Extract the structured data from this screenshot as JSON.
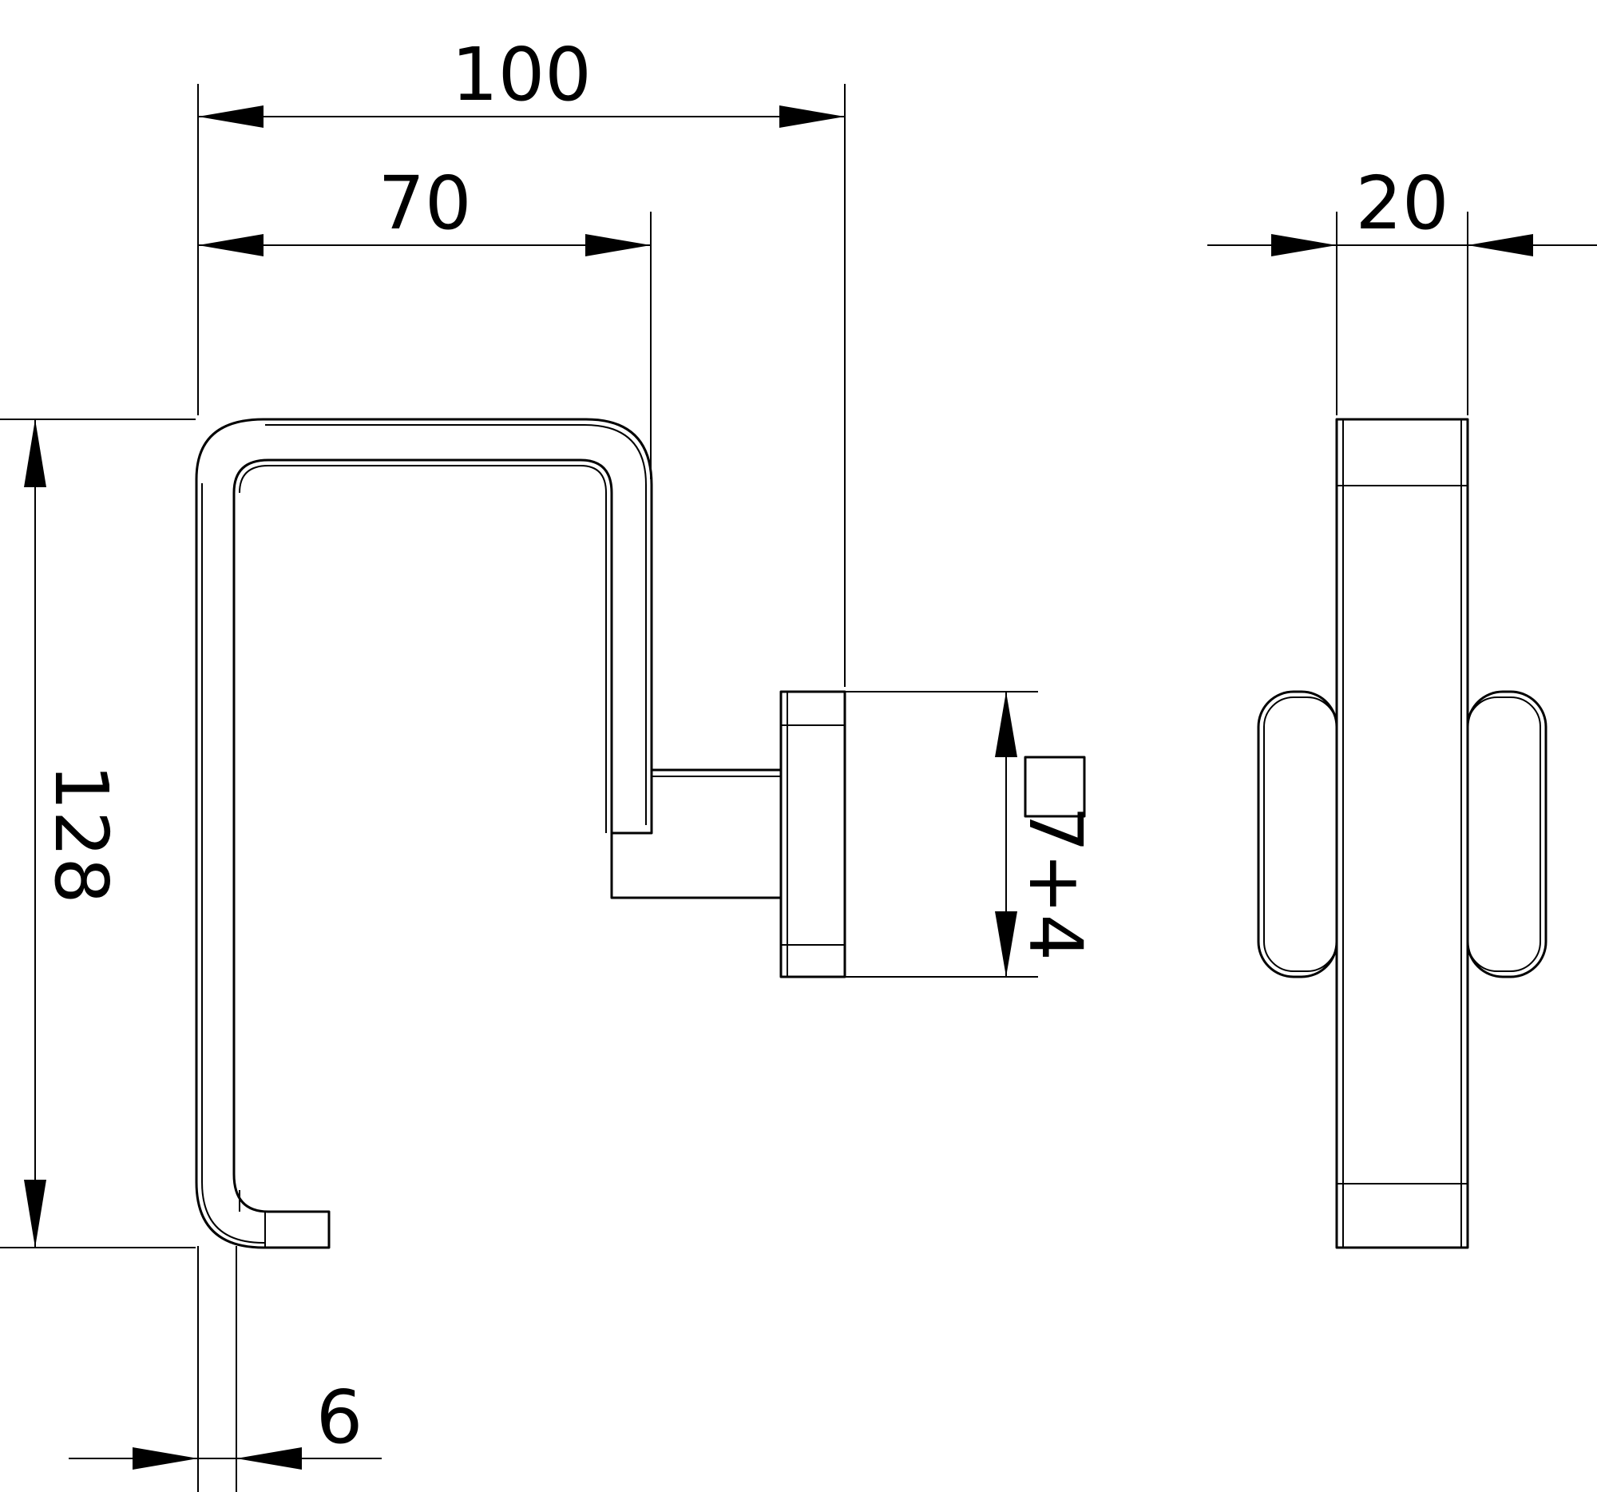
{
  "dimensions": {
    "overall_width": "100",
    "arm_width": "70",
    "height": "128",
    "wall_thickness": "6",
    "rosette_square": "7+4",
    "side_depth": "20"
  },
  "colors": {
    "line": "#000000",
    "background": "#ffffff"
  }
}
